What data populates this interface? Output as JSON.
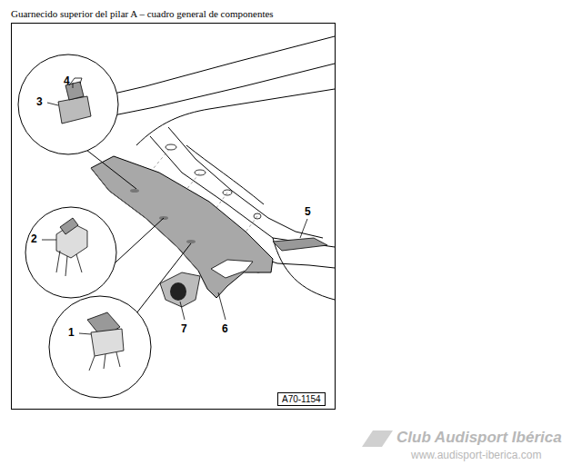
{
  "diagram": {
    "title": "Guarnecido superior del pilar A – cuadro general de componentes",
    "nodes": [
      {
        "text": [
          "A70-1154"
        ]
      }
    ],
    "labels": [
      "4",
      "3",
      "2",
      "1",
      "7",
      "6",
      "5",
      "Club Audisport Ibérica",
      "www.audisport-iberica.com"
    ]
  }
}
